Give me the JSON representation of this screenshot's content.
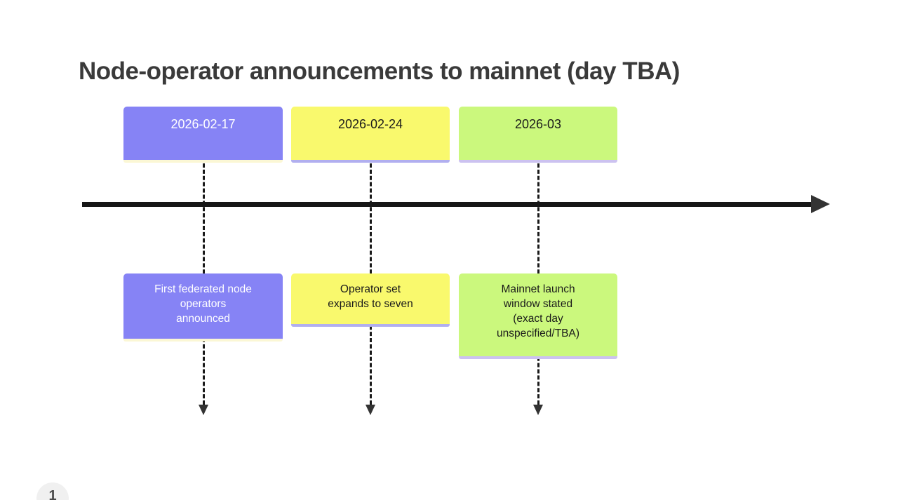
{
  "title": "Node-operator announcements to mainnet (day TBA)",
  "page_number": "1",
  "timeline": {
    "axis_color": "#161616",
    "connector_color": "#1a1a1a",
    "arrowhead_color": "#333333"
  },
  "colors": {
    "purple_fill": "#8683F5",
    "yellow_fill": "#F9F96D",
    "green_fill": "#CBF87D",
    "cream_accent": "#FBF7D5",
    "periwinkle_accent": "#B1AFEF",
    "lavender_accent": "#CCC2F0",
    "title_text": "#3A3A3A",
    "dark_text": "#1A1A1A",
    "light_text": "#FFFFFF",
    "page_badge_bg": "#F0F0F0"
  },
  "events": [
    {
      "date": "2026-02-17",
      "description": "First federated node\noperators\nannounced",
      "fill": "#8683F5",
      "accent": "#FBF7D5",
      "text_color": "#FFFFFF"
    },
    {
      "date": "2026-02-24",
      "description": "Operator set\nexpands to seven",
      "fill": "#F9F96D",
      "accent": "#B1AFEF",
      "text_color": "#1A1A1A"
    },
    {
      "date": "2026-03",
      "description": "Mainnet launch\nwindow stated\n(exact day\nunspecified/TBA)",
      "fill": "#CBF87D",
      "accent": "#CCC2F0",
      "text_color": "#1A1A1A"
    }
  ]
}
